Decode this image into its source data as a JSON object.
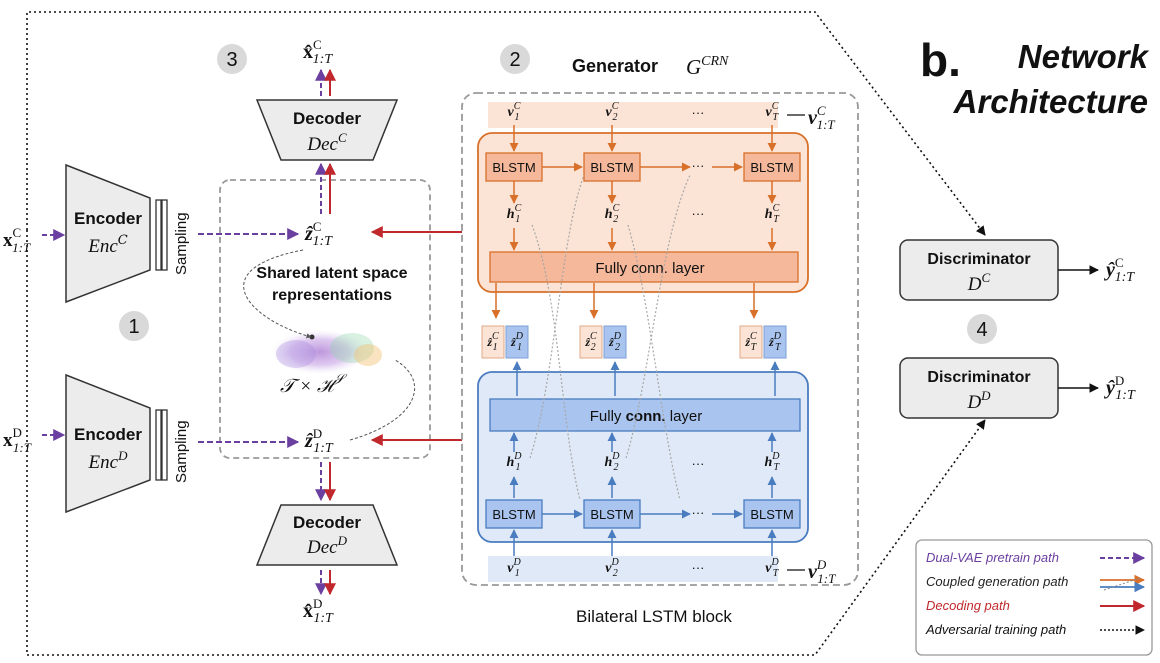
{
  "header": {
    "letter": "b.",
    "title_line1": "Network",
    "title_line2": "Architecture"
  },
  "steps": [
    "1",
    "2",
    "3",
    "4"
  ],
  "generator": {
    "title": "Generator",
    "symbol": "G",
    "symbol_sup": "CRN",
    "block_caption": "Bilateral LSTM block"
  },
  "encoders": [
    {
      "title": "Encoder",
      "sub": "Enc",
      "sup": "C",
      "input": "x",
      "input_sup": "C",
      "input_sub": "1:T",
      "sampling": "Sampling"
    },
    {
      "title": "Encoder",
      "sub": "Enc",
      "sup": "D",
      "input": "x",
      "input_sup": "D",
      "input_sub": "1:T",
      "sampling": "Sampling"
    }
  ],
  "decoders": [
    {
      "title": "Decoder",
      "sub": "Dec",
      "sup": "C",
      "output": "x̂",
      "output_sup": "C",
      "output_sub": "1:T"
    },
    {
      "title": "Decoder",
      "sub": "Dec",
      "sup": "D",
      "output": "x̂",
      "output_sup": "D",
      "output_sub": "1:T"
    }
  ],
  "latent": {
    "label_line1": "Shared latent space",
    "label_line2": "representations",
    "z_top": {
      "base": "ẑ",
      "sup": "C",
      "sub": "1:T"
    },
    "z_bottom": {
      "base": "ẑ",
      "sup": "D",
      "sub": "1:T"
    },
    "space": "𝒯 × ℋ",
    "space_sup": "𝒮"
  },
  "top_branch": {
    "inputs": [
      {
        "base": "v",
        "sub": "1",
        "sup": "C"
      },
      {
        "base": "v",
        "sub": "2",
        "sup": "C"
      },
      {
        "base": "v",
        "sub": "T",
        "sup": "C"
      }
    ],
    "input_all": {
      "base": "v",
      "sub": "1:T",
      "sup": "C"
    },
    "blstm": "BLSTM",
    "hidden": [
      {
        "base": "h",
        "sub": "1",
        "sup": "C"
      },
      {
        "base": "h",
        "sub": "2",
        "sup": "C"
      },
      {
        "base": "h",
        "sub": "T",
        "sup": "C"
      }
    ],
    "fc": "Fully conn. layer",
    "ellipsis": "···"
  },
  "bottom_branch": {
    "inputs": [
      {
        "base": "v",
        "sub": "1",
        "sup": "D"
      },
      {
        "base": "v",
        "sub": "2",
        "sup": "D"
      },
      {
        "base": "v",
        "sub": "T",
        "sup": "D"
      }
    ],
    "input_all": {
      "base": "v",
      "sub": "1:T",
      "sup": "D"
    },
    "blstm": "BLSTM",
    "hidden": [
      {
        "base": "h",
        "sub": "1",
        "sup": "D"
      },
      {
        "base": "h",
        "sub": "2",
        "sup": "D"
      },
      {
        "base": "h",
        "sub": "T",
        "sup": "D"
      }
    ],
    "fc_part1": "Fully ",
    "fc_part2": "conn.",
    "fc_part3": " layer",
    "ellipsis": "···"
  },
  "z_pairs": [
    {
      "c": {
        "base": "ẑ",
        "sub": "1",
        "sup": "C"
      },
      "d": {
        "base": "ẑ",
        "sub": "1",
        "sup": "D"
      }
    },
    {
      "c": {
        "base": "ẑ",
        "sub": "2",
        "sup": "C"
      },
      "d": {
        "base": "ẑ",
        "sub": "2",
        "sup": "D"
      }
    },
    {
      "c": {
        "base": "ẑ",
        "sub": "T",
        "sup": "C"
      },
      "d": {
        "base": "ẑ",
        "sub": "T",
        "sup": "D"
      }
    }
  ],
  "discriminators": [
    {
      "title": "Discriminator",
      "sub": "D",
      "sup": "C",
      "output": "ŷ",
      "output_sup": "C",
      "output_sub": "1:T"
    },
    {
      "title": "Discriminator",
      "sub": "D",
      "sup": "D",
      "output": "ŷ",
      "output_sup": "D",
      "output_sub": "1:T"
    }
  ],
  "legend": [
    {
      "label": "Dual-VAE pretrain path",
      "color": "#6b3fa0"
    },
    {
      "label": "Coupled generation path",
      "color": "#222222"
    },
    {
      "label": "Decoding path",
      "color": "#c0282d"
    },
    {
      "label": "Adversarial training path",
      "color": "#111111"
    }
  ],
  "colors": {
    "purple": "#6b3fa0",
    "red": "#c0282d",
    "orange": "#d8702a",
    "blue": "#4a7cc0",
    "orange_fill": "#fbe3d5",
    "orange_box": "#f5b89a",
    "blue_fill": "#dfe9f7",
    "blue_box": "#a9c4ee",
    "gray_box": "#ececec"
  }
}
